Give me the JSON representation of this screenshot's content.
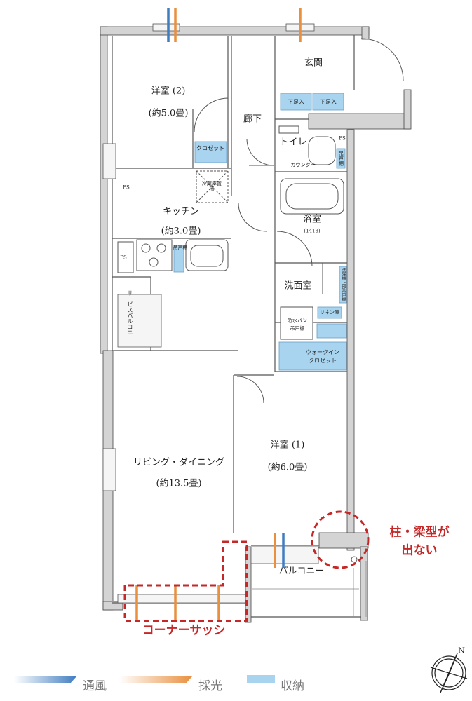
{
  "rooms": {
    "western2": "洋室 (2)",
    "western2_size": "(約5.0畳)",
    "entrance": "玄関",
    "shoe1": "下足入",
    "shoe2": "下足入",
    "hallway": "廊下",
    "toilet": "トイレ",
    "counter": "カウンター",
    "ps_toilet": "PS",
    "hanging_toilet": "吊戸棚",
    "closet": "クロゼット",
    "fridge": "冷蔵庫置場",
    "ps_west": "PS",
    "kitchen": "キッチン",
    "kitchen_size": "(約3.0畳)",
    "ps_kitchen": "PS",
    "hanging_kitchen": "吊戸棚",
    "bath": "浴室",
    "bath_size": "(1418)",
    "washroom": "洗面室",
    "washroom_storage": "洗濯機上部吊戸棚",
    "linen": "リネン庫",
    "pan": "防水パン",
    "pan_hanging": "吊戸棚",
    "walkin_line1": "ウォークイン",
    "walkin_line2": "クロゼット",
    "service_balcony": "サービスバルコニー",
    "living": "リビング・ダイニング",
    "living_size": "(約13.5畳)",
    "western1": "洋室 (1)",
    "western1_size": "(約6.0畳)",
    "balcony": "バルコニー"
  },
  "callouts": {
    "pillar_line1": "柱・梁型が",
    "pillar_line2": "出ない",
    "corner_sash": "コーナーサッシ"
  },
  "legend": {
    "ventilation": "通風",
    "daylight": "採光",
    "storage": "収納"
  },
  "compass": {
    "north_label": "N"
  },
  "colors": {
    "wall": "#d4d4d4",
    "storage_fill": "#a9d4ef",
    "ventilation": "#4f86c6",
    "daylight": "#e99a4f",
    "callout": "#c62828"
  }
}
